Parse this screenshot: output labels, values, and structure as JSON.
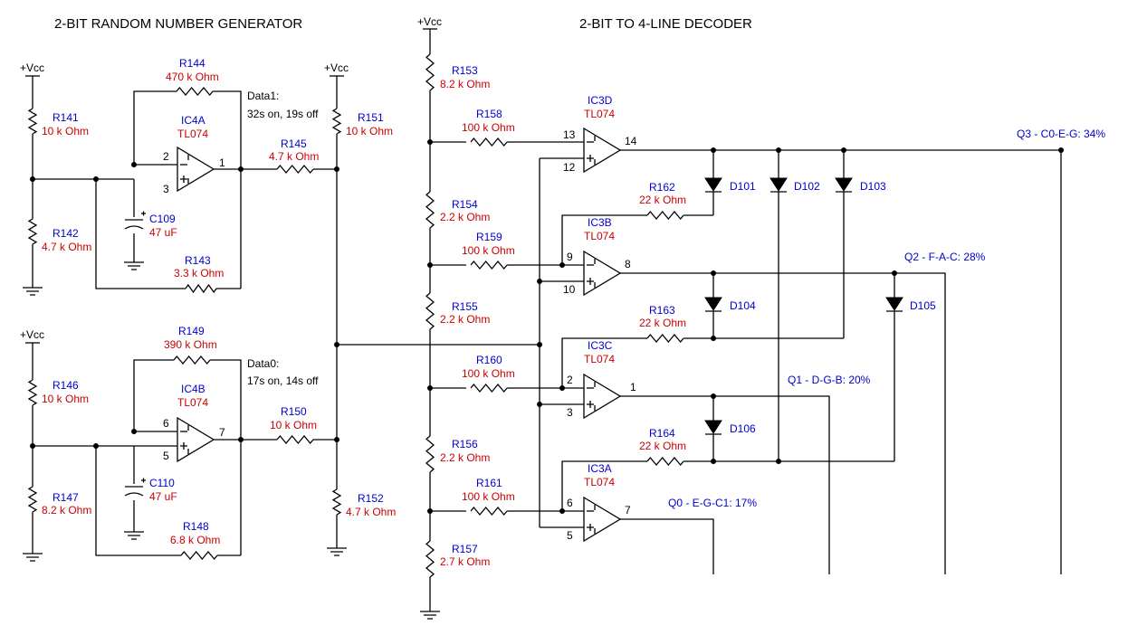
{
  "titles": {
    "left": "2-BIT RANDOM NUMBER GENERATOR",
    "right": "2-BIT TO 4-LINE DECODER"
  },
  "supply": "+Vcc",
  "notes": {
    "data1_a": "Data1:",
    "data1_b": "32s on, 19s off",
    "data0_a": "Data0:",
    "data0_b": "17s on, 14s off"
  },
  "resistors": {
    "R141": {
      "ref": "R141",
      "val": "10 k Ohm"
    },
    "R142": {
      "ref": "R142",
      "val": "4.7 k Ohm"
    },
    "R143": {
      "ref": "R143",
      "val": "3.3 k Ohm"
    },
    "R144": {
      "ref": "R144",
      "val": "470 k Ohm"
    },
    "R145": {
      "ref": "R145",
      "val": "4.7 k Ohm"
    },
    "R146": {
      "ref": "R146",
      "val": "10 k Ohm"
    },
    "R147": {
      "ref": "R147",
      "val": "8.2 k Ohm"
    },
    "R148": {
      "ref": "R148",
      "val": "6.8 k Ohm"
    },
    "R149": {
      "ref": "R149",
      "val": "390 k Ohm"
    },
    "R150": {
      "ref": "R150",
      "val": "10 k Ohm"
    },
    "R151": {
      "ref": "R151",
      "val": "10 k Ohm"
    },
    "R152": {
      "ref": "R152",
      "val": "4.7 k Ohm"
    },
    "R153": {
      "ref": "R153",
      "val": "8.2 k Ohm"
    },
    "R154": {
      "ref": "R154",
      "val": "2.2 k Ohm"
    },
    "R155": {
      "ref": "R155",
      "val": "2.2 k Ohm"
    },
    "R156": {
      "ref": "R156",
      "val": "2.2 k Ohm"
    },
    "R157": {
      "ref": "R157",
      "val": "2.7 k Ohm"
    },
    "R158": {
      "ref": "R158",
      "val": "100 k Ohm"
    },
    "R159": {
      "ref": "R159",
      "val": "100 k Ohm"
    },
    "R160": {
      "ref": "R160",
      "val": "100 k Ohm"
    },
    "R161": {
      "ref": "R161",
      "val": "100 k Ohm"
    },
    "R162": {
      "ref": "R162",
      "val": "22 k Ohm"
    },
    "R163": {
      "ref": "R163",
      "val": "22 k Ohm"
    },
    "R164": {
      "ref": "R164",
      "val": "22 k Ohm"
    }
  },
  "capacitors": {
    "C109": {
      "ref": "C109",
      "val": "47 uF"
    },
    "C110": {
      "ref": "C110",
      "val": "47 uF"
    }
  },
  "opamps": {
    "IC4A": {
      "ref": "IC4A",
      "val": "TL074",
      "pin_inv": "2",
      "pin_noninv": "3",
      "pin_out": "1"
    },
    "IC4B": {
      "ref": "IC4B",
      "val": "TL074",
      "pin_inv": "6",
      "pin_noninv": "5",
      "pin_out": "7"
    },
    "IC3D": {
      "ref": "IC3D",
      "val": "TL074",
      "pin_inv": "13",
      "pin_noninv": "12",
      "pin_out": "14"
    },
    "IC3B": {
      "ref": "IC3B",
      "val": "TL074",
      "pin_inv": "9",
      "pin_noninv": "10",
      "pin_out": "8"
    },
    "IC3C": {
      "ref": "IC3C",
      "val": "TL074",
      "pin_inv": "2",
      "pin_noninv": "3",
      "pin_out": "1"
    },
    "IC3A": {
      "ref": "IC3A",
      "val": "TL074",
      "pin_inv": "6",
      "pin_noninv": "5",
      "pin_out": "7"
    }
  },
  "diodes": {
    "D101": "D101",
    "D102": "D102",
    "D103": "D103",
    "D104": "D104",
    "D105": "D105",
    "D106": "D106"
  },
  "outputs": {
    "q3": "Q3 - C0-E-G: 34%",
    "q2": "Q2 - F-A-C: 28%",
    "q1": "Q1 - D-G-B: 20%",
    "q0": "Q0 - E-G-C1: 17%"
  },
  "colors": {
    "reference": "#0000cc",
    "value": "#cc0000",
    "wire": "#000000"
  }
}
